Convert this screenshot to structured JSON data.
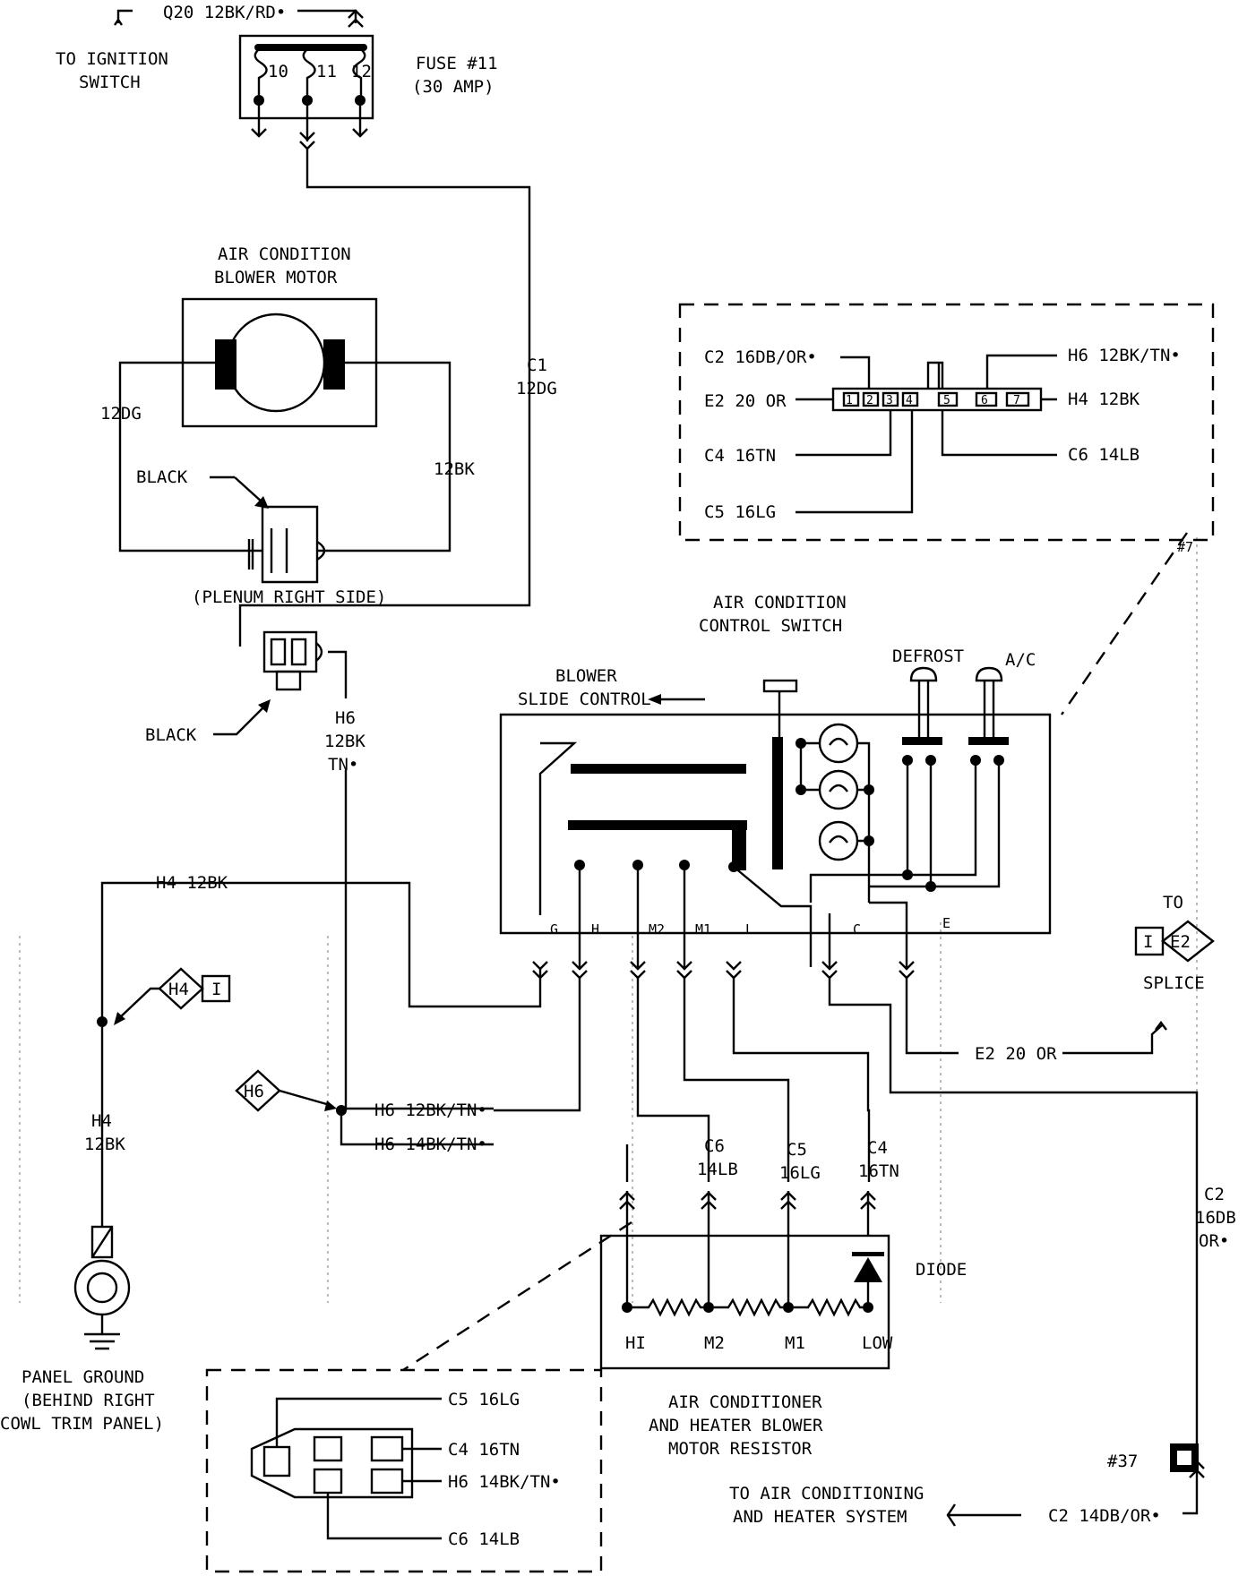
{
  "colors": {
    "ink": "#000000",
    "paper": "#ffffff"
  },
  "fuse": {
    "title": "FUSE #11",
    "rating": "(30 AMP)",
    "input_wire": "Q20 12BK/RD•",
    "pins": [
      "10",
      "11",
      "12"
    ],
    "ignition_note": [
      "TO IGNITION",
      "SWITCH"
    ]
  },
  "blower_motor": {
    "title": [
      "AIR CONDITION",
      "BLOWER MOTOR"
    ],
    "left_wire": "12DG",
    "right_wire": "12BK",
    "connector_color": "BLACK",
    "location": "(PLENUM RIGHT SIDE)"
  },
  "wires": {
    "c1": [
      "C1",
      "12DG"
    ],
    "h6_vertical": [
      "H6",
      "12BK",
      "TN•"
    ],
    "second_connector_color": "BLACK",
    "h4_top": "H4 12BK",
    "h4_vertical": [
      "H4",
      "12BK"
    ],
    "h6_upper": "H6 12BK/TN•",
    "h6_lower": "H6 14BK/TN•",
    "e2": "E2 20 OR",
    "c6": [
      "C6",
      "14LB"
    ],
    "c5": [
      "C5",
      "16LG"
    ],
    "c4": [
      "C4",
      "16TN"
    ],
    "c2": [
      "C2",
      "16DB",
      "OR•"
    ],
    "c2_bottom": "C2 14DB/OR•"
  },
  "splices": {
    "h4": "H4",
    "h4_pin": "I",
    "h6": "H6",
    "e2": "E2",
    "e2_pin": "I",
    "e2_note": [
      "TO",
      "SPLICE"
    ]
  },
  "switch": {
    "title": [
      "AIR CONDITION",
      "CONTROL SWITCH"
    ],
    "blower": [
      "BLOWER",
      "SLIDE CONTROL"
    ],
    "defrost": "DEFROST",
    "ac": "A/C",
    "terminals": [
      "G",
      "H",
      "M2",
      "M1",
      "L",
      "C",
      "E"
    ]
  },
  "connector_detail": {
    "wires_left": [
      "C2 16DB/OR•",
      "E2 20 OR",
      "C4 16TN",
      "C5 16LG"
    ],
    "wires_right": [
      "H6 12BK/TN•",
      "H4 12BK",
      "C6 14LB"
    ],
    "pins": [
      "1",
      "2",
      "3",
      "4",
      "5",
      "6",
      "7"
    ],
    "ref": "#7"
  },
  "resistor": {
    "title": [
      "AIR CONDITIONER",
      "AND HEATER BLOWER",
      "MOTOR RESISTOR"
    ],
    "diode": "DIODE",
    "terminals": [
      "HI",
      "M2",
      "M1",
      "LOW"
    ]
  },
  "resistor_connector": {
    "wires": [
      "C5 16LG",
      "C4 16TN",
      "H6 14BK/TN•",
      "C6 14LB"
    ]
  },
  "ground": {
    "label": [
      "PANEL GROUND",
      "(BEHIND RIGHT",
      "COWL TRIM PANEL)"
    ]
  },
  "system": {
    "label": [
      "TO AIR CONDITIONING",
      "AND HEATER SYSTEM"
    ],
    "ref": "#37"
  }
}
